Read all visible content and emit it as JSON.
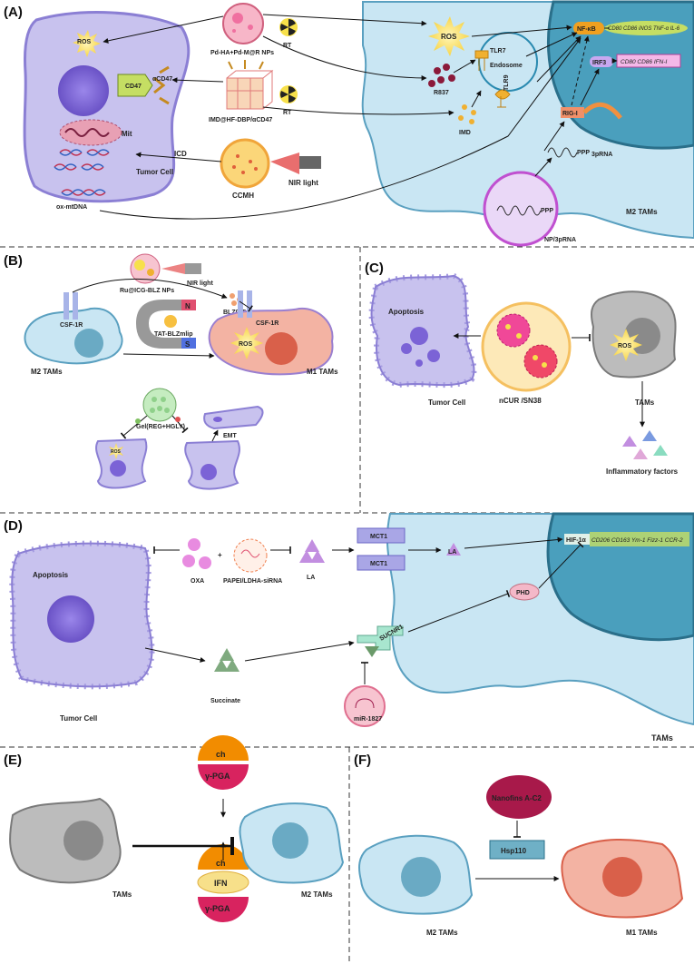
{
  "colors": {
    "cell_purple": "#c8c2ee",
    "nucleus_purple": "#7b63d6",
    "mac_blue": "#c9e6f3",
    "nucleus_blue": "#4a9fbd",
    "m1_red": "#f3b3a3",
    "m1_nucleus": "#d9604a",
    "tam_gray": "#bcbcbc",
    "ros_yellow": "#fbe36a",
    "nfkb_orange": "#f0a020",
    "gene_green": "#c5de63",
    "mct_box": "#a9a6e6",
    "sucnr": "#a8e6cf"
  },
  "panels": {
    "a": {
      "label": "(A)",
      "ros_left": "ROS",
      "mit": "Mit",
      "cd47": "CD47",
      "acd47": "αCD47",
      "tumor_cell": "Tumor Cell",
      "ox_mtdna": "ox-mtDNA",
      "icd": "ICD",
      "np1": "Pd-HA+Pd-M@R NPs",
      "rt1": "RT",
      "np2": "IMD@HF-DBP/αCD47",
      "rt2": "RT",
      "ccmh": "CCMH",
      "nir": "NIR light",
      "ros_right": "ROS",
      "r837": "R837",
      "tlr7": "TLR7",
      "endosome": "Endosome",
      "tlr9": "TLR9",
      "imd": "IMD",
      "nfkb": "NF-κB",
      "genes1": "CD80 CD86 iNOS TNF-α IL-6",
      "irf3": "IRF3",
      "genes2": "CD80 CD86 IFN-I",
      "rigi": "RIG-I",
      "ppp": "PPP",
      "threeprna": "3pRNA",
      "ppp2": "PPP",
      "np3prna": "NP/3pRNA",
      "m2tams": "M2 TAMs"
    },
    "b": {
      "label": "(B)",
      "ru_np": "Ru@ICG-BLZ NPs",
      "nir": "NIR light",
      "blz": "BLZ945",
      "magnet_n": "N",
      "magnet_s": "S",
      "tat": "TAT-BLZmlip",
      "csf1r_left": "CSF-1R",
      "csf1r_right": "CSF-1R",
      "ros": "ROS",
      "m2tams": "M2 TAMs",
      "m1tams": "M1 TAMs",
      "gel": "Gel(REG+HGLY)",
      "emt": "EMT",
      "ros_small": "ROS"
    },
    "c": {
      "label": "(C)",
      "apoptosis": "Apoptosis",
      "tumor_cell": "Tumor Cell",
      "ncur": "nCUR /SN38",
      "ros": "ROS",
      "tams": "TAMs",
      "inflam": "Inflammatory factors"
    },
    "d": {
      "label": "(D)",
      "apoptosis": "Apoptosis",
      "oxa": "OXA",
      "papei": "PAPEI/LDHA-siRNA",
      "la": "LA",
      "mct1_top": "MCT1",
      "mct1_bottom": "MCT1",
      "la_inside": "LA",
      "hif": "HIF-1α",
      "genes": "CD206 CD163 Ym-1 Fizz-1 CCR-2",
      "phd": "PHD",
      "sucnr1": "SUCNR1",
      "succinate": "Succinate",
      "mir": "miR-1827",
      "tumor_cell": "Tumor Cell",
      "tams": "TAMs"
    },
    "e": {
      "label": "(E)",
      "ch1": "ch",
      "pga1": "γ-PGA",
      "ch2": "ch",
      "ifn": "IFN",
      "pga2": "γ-PGA",
      "tams": "TAMs",
      "m2tams": "M2 TAMs"
    },
    "f": {
      "label": "(F)",
      "nanofins": "Nanofins A-C2",
      "hsp110": "Hsp110",
      "m2tams": "M2 TAMs",
      "m1tams": "M1 TAMs"
    }
  }
}
